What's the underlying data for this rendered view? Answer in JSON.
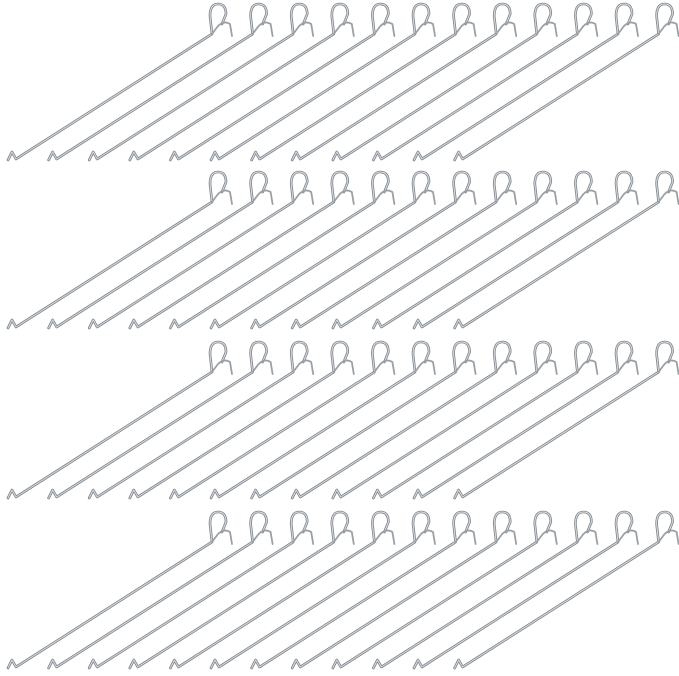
{
  "scene": {
    "subject": "pegboard-hooks",
    "rows": 4,
    "hooks_per_row": 12,
    "background_color": "#ffffff",
    "wire_color": "#9aa0a6",
    "wire_highlight_color": "#e4e7ea",
    "wire_shadow_color": "#6f757b"
  }
}
